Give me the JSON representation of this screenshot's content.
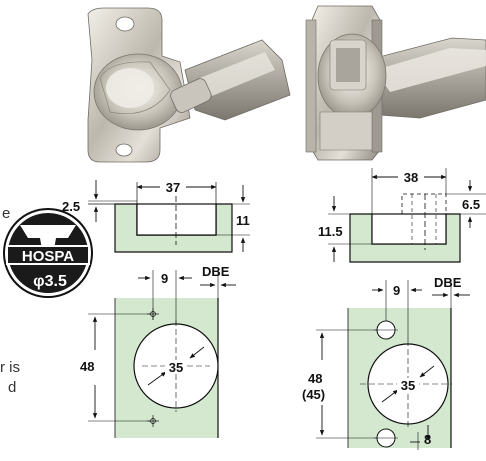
{
  "side_text": {
    "letter_e": "e",
    "line1": "r is",
    "line2": "d"
  },
  "logo": {
    "brand": "HOSPA",
    "size": "φ3.5"
  },
  "left_section": {
    "height_dim": "2.5",
    "cup_width": "37",
    "cup_depth": "11",
    "edge_offset": "9",
    "edge_label": "DBE",
    "hole_height": "48",
    "cup_diameter": "35"
  },
  "right_section": {
    "cup_width": "38",
    "offset": "6.5",
    "depth": "11.5",
    "edge_offset": "9",
    "edge_label": "DBE",
    "hole_height": "48",
    "hole_height_alt": "(45)",
    "cup_diameter": "35",
    "bottom_offset": "8"
  }
}
